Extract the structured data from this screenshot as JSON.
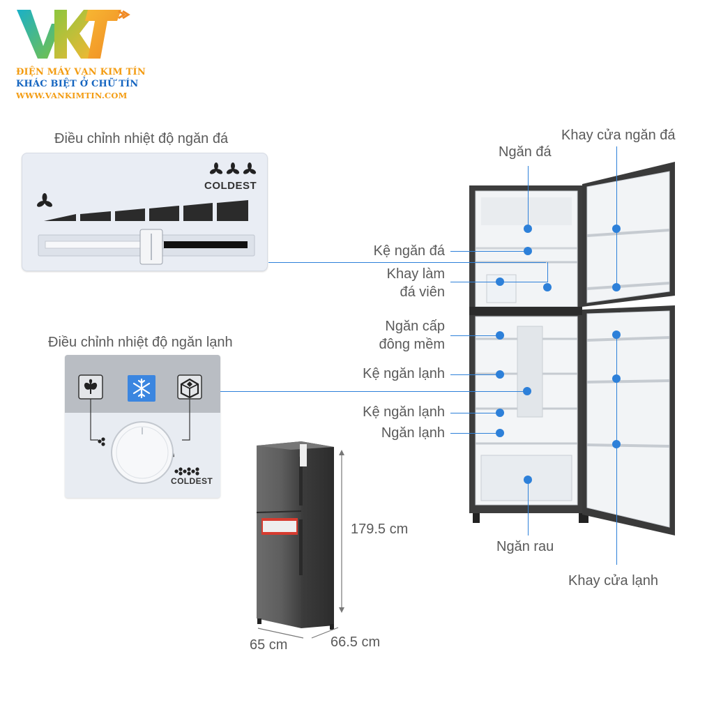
{
  "brand": {
    "logo_text": "VKT",
    "line1": "ĐIỆN MÁY VẠN KIM TÍN",
    "line2": "KHÁC BIỆT Ở CHỮ TÍN",
    "line3": "WWW.VANKIMTIN.COM"
  },
  "freezer_control": {
    "caption": "Điều chỉnh nhiệt độ ngăn đá",
    "coldest_label": "COLDEST"
  },
  "fridge_control": {
    "caption": "Điều chỉnh nhiệt độ ngăn lạnh",
    "coldest_label": "COLDEST"
  },
  "parts": {
    "ngan_da": "Ngăn đá",
    "khay_cua_ngan_da": "Khay cửa ngăn đá",
    "ke_ngan_da": "Kệ ngăn đá",
    "khay_lam_da_l1": "Khay làm",
    "khay_lam_da_l2": "đá viên",
    "ngan_cap_dong_l1": "Ngăn cấp",
    "ngan_cap_dong_l2": "đông mềm",
    "ke_ngan_lanh_1": "Kệ ngăn lạnh",
    "ke_ngan_lanh_2": "Kệ ngăn lạnh",
    "ngan_lanh": "Ngăn lạnh",
    "ngan_rau": "Ngăn rau",
    "khay_cua_lanh": "Khay cửa lạnh"
  },
  "dimensions": {
    "height": "179.5 cm",
    "width": "65 cm",
    "depth": "66.5  cm"
  },
  "colors": {
    "accent_blue": "#2d80d9",
    "logo_orange": "#f39c12",
    "logo_blue": "#1565c0"
  }
}
